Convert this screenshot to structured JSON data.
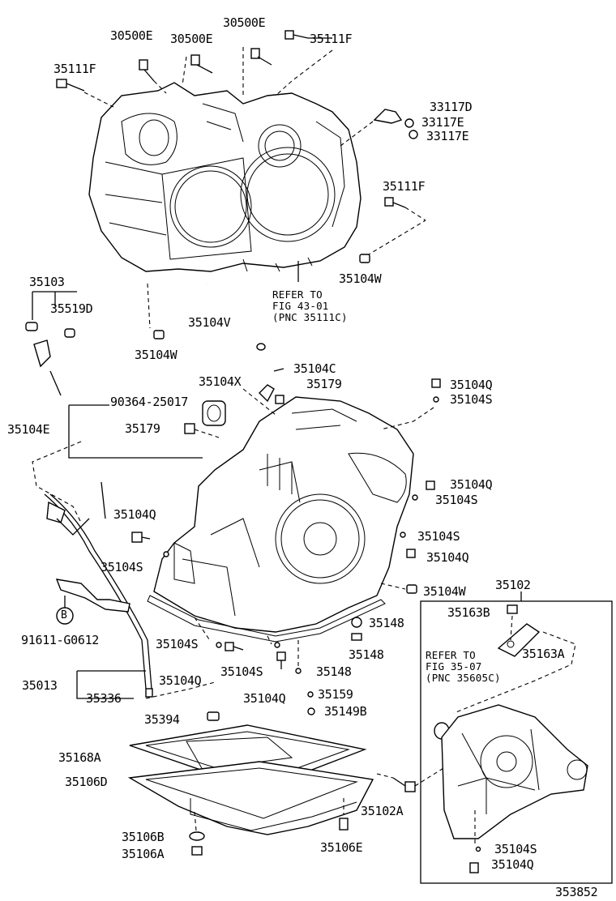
{
  "figure_id": "353852",
  "labels": {
    "p30500E_a": "30500E",
    "p30500E_b": "30500E",
    "p30500E_c": "30500E",
    "p35111F_a": "35111F",
    "p35111F_b": "35111F",
    "p35111F_c": "35111F",
    "p33117D": "33117D",
    "p33117E_a": "33117E",
    "p33117E_b": "33117E",
    "p35104W_a": "35104W",
    "p35104W_b": "35104W",
    "p35104W_c": "35104W",
    "p35103": "35103",
    "p35519D": "35519D",
    "p35104V": "35104V",
    "p35104C": "35104C",
    "p35104X": "35104X",
    "p35179_a": "35179",
    "p35179_b": "35179",
    "p90364": "90364-25017",
    "p35104E": "35104E",
    "p35104Q_a": "35104Q",
    "p35104Q_b": "35104Q",
    "p35104Q_c": "35104Q",
    "p35104Q_d": "35104Q",
    "p35104Q_e": "35104Q",
    "p35104Q_f": "35104Q",
    "p35104Q_g": "35104Q",
    "p35104S_a": "35104S",
    "p35104S_b": "35104S",
    "p35104S_c": "35104S",
    "p35104S_d": "35104S",
    "p35104S_e": "35104S",
    "p35104S_f": "35104S",
    "p35104S_g": "35104S",
    "p35102": "35102",
    "p35163B": "35163B",
    "p35163A": "35163A",
    "p35148_a": "35148",
    "p35148_b": "35148",
    "p35148_c": "35148",
    "p35159": "35159",
    "p35149B": "35149B",
    "pB": "B",
    "p91611": "91611-G0612",
    "p35013": "35013",
    "p35336": "35336",
    "p35394": "35394",
    "p35168A": "35168A",
    "p35106D": "35106D",
    "p35102A": "35102A",
    "p35106B": "35106B",
    "p35106A": "35106A",
    "p35106E": "35106E"
  },
  "notes": {
    "refer_top": "REFER TO\nFIG 43-01\n(PNC 35111C)",
    "refer_box": "REFER TO\nFIG 35-07\n(PNC 35605C)"
  }
}
